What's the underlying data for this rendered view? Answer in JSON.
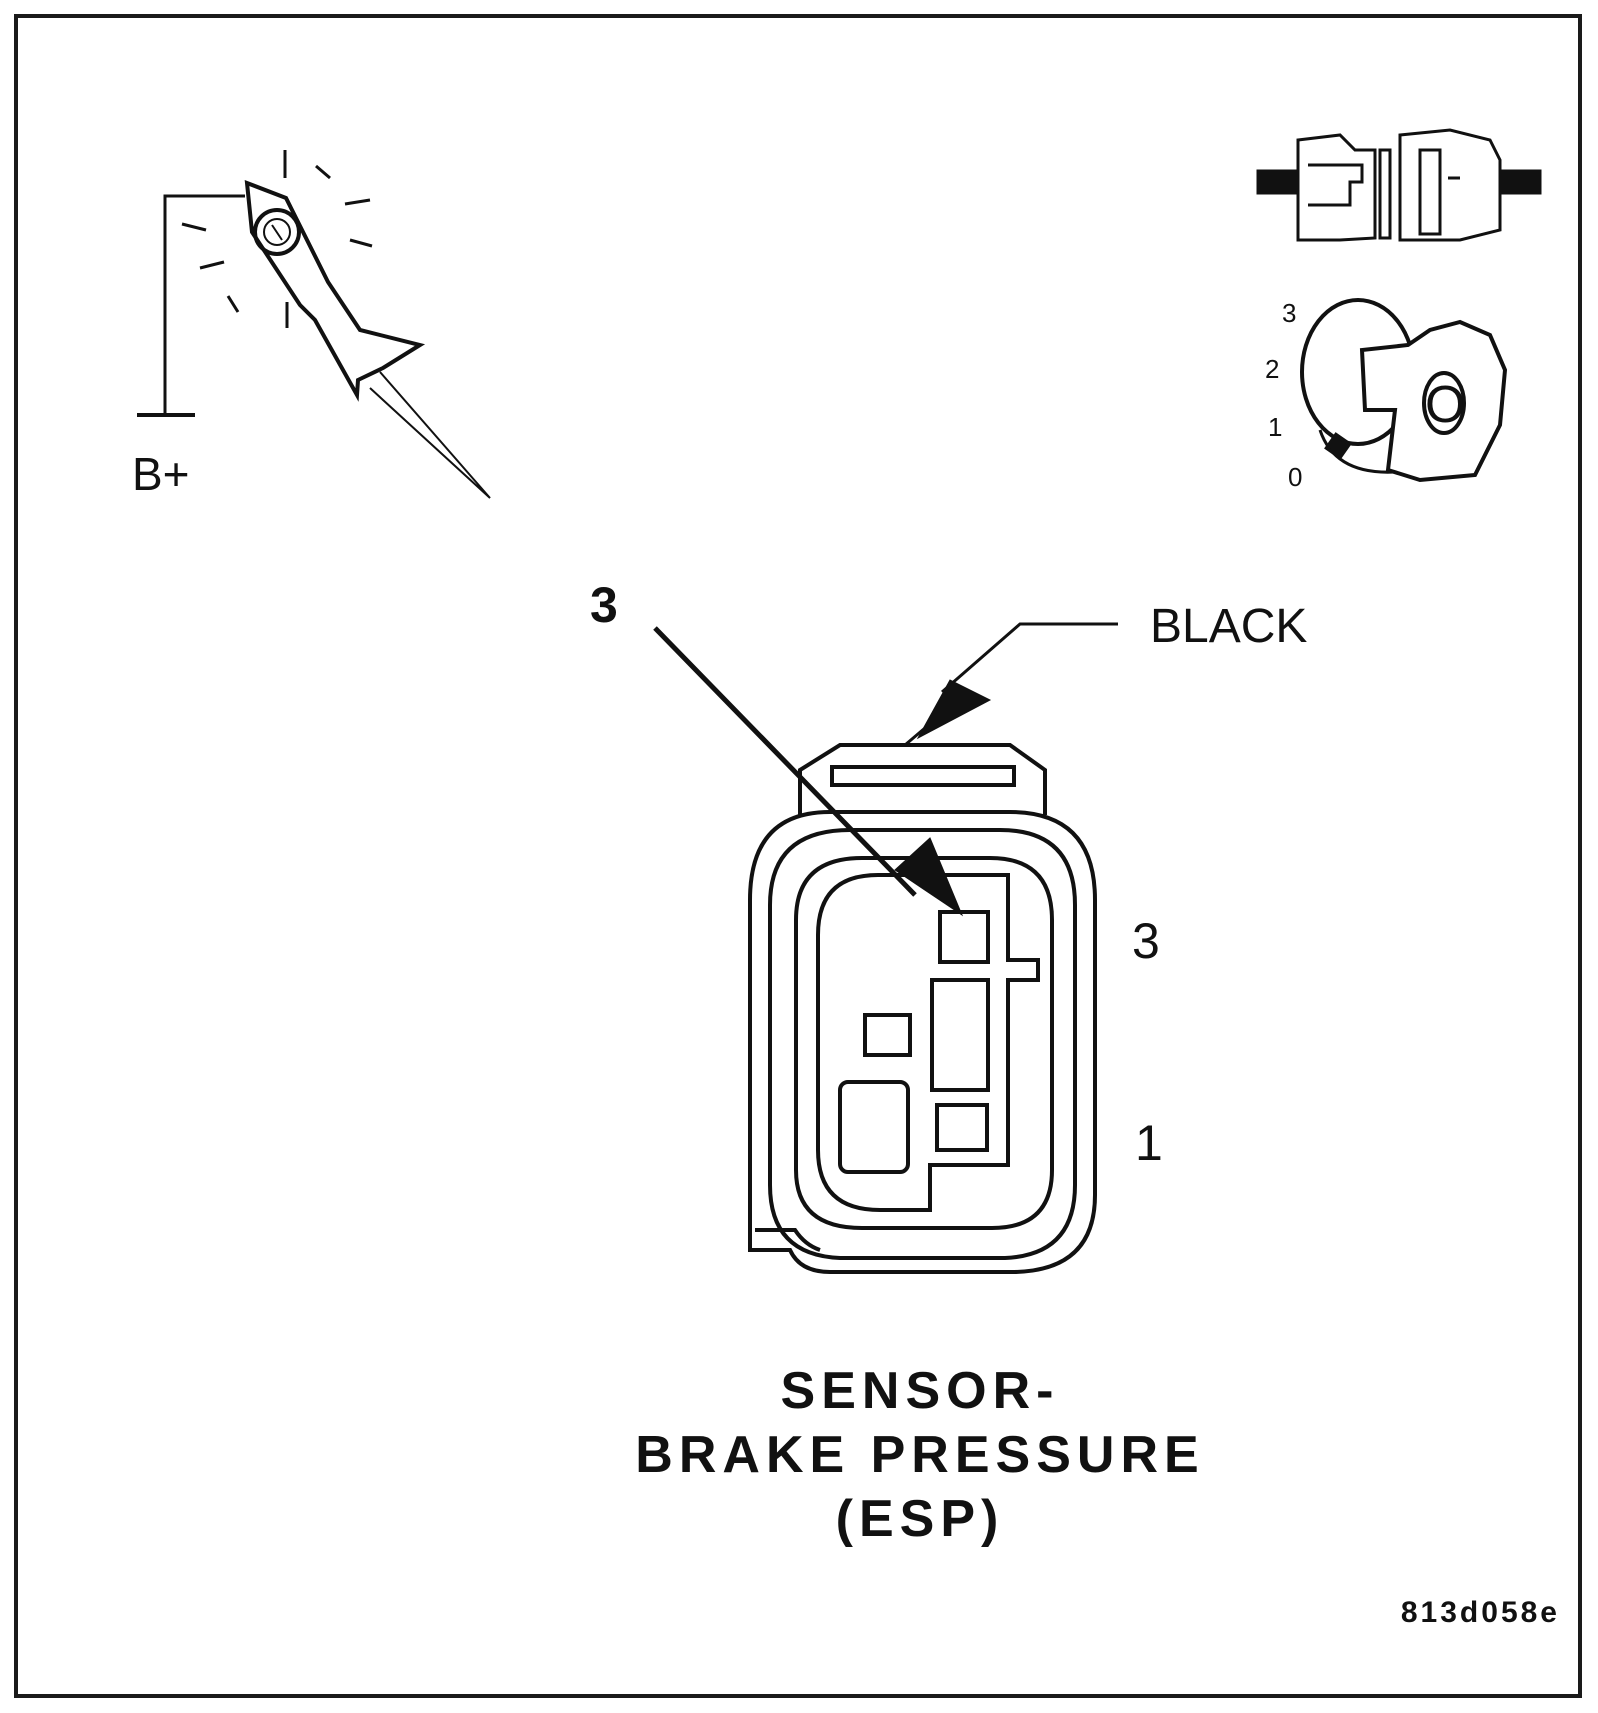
{
  "test_light": {
    "supply_label": "B+"
  },
  "ignition": {
    "positions": [
      "3",
      "2",
      "1",
      "0"
    ],
    "key_letter": "O"
  },
  "callout": {
    "pin_callout": "3",
    "color_label": "BLACK"
  },
  "connector": {
    "pin_top": "3",
    "pin_bottom": "1"
  },
  "title": {
    "line1": "SENSOR-",
    "line2": "BRAKE PRESSURE",
    "line3": "(ESP)"
  },
  "figure_code": "813d058e"
}
